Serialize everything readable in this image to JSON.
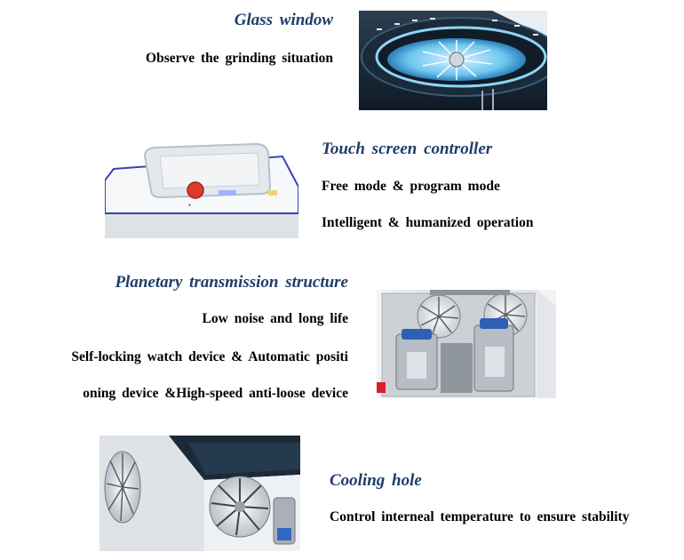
{
  "sections": [
    {
      "title": "Glass window",
      "lines": [
        "Observe the grinding situation"
      ],
      "image_icon": "glass-window-photo"
    },
    {
      "title": "Touch screen controller",
      "lines": [
        "Free mode & program mode",
        "Intelligent & humanized operation"
      ],
      "image_icon": "touch-screen-controller-photo"
    },
    {
      "title": "Planetary transmission structure",
      "lines": [
        "Low noise and long life",
        "Self-locking watch device & Automatic positi",
        "oning device &High-speed anti-loose device"
      ],
      "image_icon": "planetary-transmission-photo"
    },
    {
      "title": "Cooling hole",
      "lines": [
        "Control interneal temperature to ensure stability"
      ],
      "image_icon": "cooling-hole-photo"
    }
  ],
  "colors": {
    "title": "#1f3d6b",
    "text": "#000000",
    "background": "#ffffff"
  }
}
